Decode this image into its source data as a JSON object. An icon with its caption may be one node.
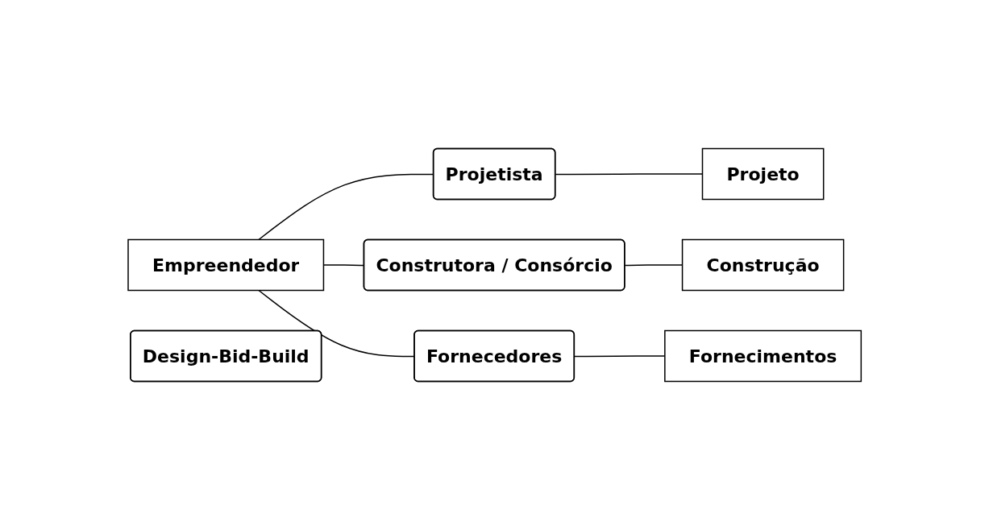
{
  "diagram": {
    "nodes": [
      {
        "text": [
          "Design-Bid-Build"
        ]
      },
      {
        "text": [
          "Projetista"
        ]
      },
      {
        "text": [
          "Projeto"
        ]
      },
      {
        "text": [
          "Empreendedor"
        ]
      },
      {
        "text": [
          "Construtora / Consórcio"
        ]
      },
      {
        "text": [
          "Construção"
        ]
      },
      {
        "text": [
          "Fornecedores"
        ]
      },
      {
        "text": [
          "Fornecimentos"
        ]
      }
    ],
    "edges": [
      {
        "from": 3,
        "to": 1,
        "arrow": "none"
      },
      {
        "from": 1,
        "to": 2,
        "arrow": "none"
      },
      {
        "from": 3,
        "to": 4,
        "arrow": "none"
      },
      {
        "from": 4,
        "to": 5,
        "arrow": "none"
      },
      {
        "from": 3,
        "to": 6,
        "arrow": "none"
      },
      {
        "from": 6,
        "to": 7,
        "arrow": "none"
      }
    ]
  }
}
